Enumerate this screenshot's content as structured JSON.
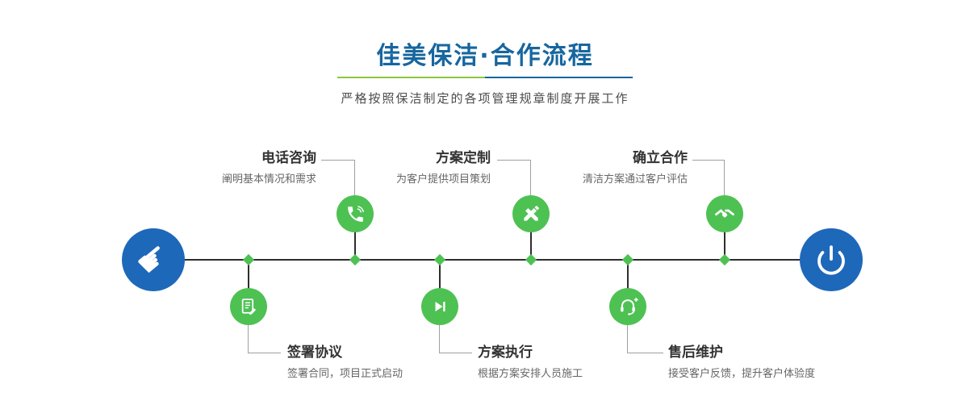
{
  "header": {
    "title": "佳美保洁·合作流程",
    "subtitle": "严格按照保洁制定的各项管理规章制度开展工作"
  },
  "colors": {
    "title_blue": "#17669f",
    "accent_green": "#8cc63f",
    "green": "#4ec153",
    "blue": "#1e68ba",
    "line": "#2e2e2e"
  },
  "steps_top": [
    {
      "title": "电话咨询",
      "desc": "阐明基本情况和需求",
      "icon": "phone-icon"
    },
    {
      "title": "方案定制",
      "desc": "为客户提供项目策划",
      "icon": "pencil-icon"
    },
    {
      "title": "确立合作",
      "desc": "清洁方案通过客户评估",
      "icon": "handshake-icon"
    }
  ],
  "steps_bottom": [
    {
      "title": "签署协议",
      "desc": "签署合同，项目正式启动",
      "icon": "contract-icon"
    },
    {
      "title": "方案执行",
      "desc": "根据方案安排人员施工",
      "icon": "play-icon"
    },
    {
      "title": "售后维护",
      "desc": "接受客户反馈，提升客户体验度",
      "icon": "headset-icon"
    }
  ],
  "endpoints": {
    "start_icon": "pointing-hand-icon",
    "start_glyph": "☛",
    "end_icon": "power-icon"
  }
}
